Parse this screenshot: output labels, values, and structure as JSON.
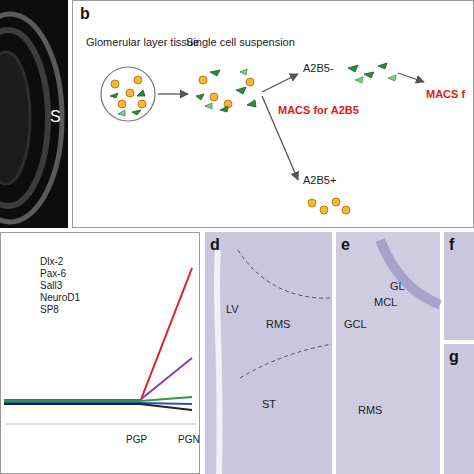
{
  "diagram": {
    "labels": [
      "S",
      "b",
      "Glomerular layer tissue",
      "Single cell suspension",
      "A2B5-",
      "MACS for A2B5",
      "MACS f",
      "A2B5+",
      "Dlx-2",
      "Pax-6",
      "Sall3",
      "NeuroD1",
      "SP8",
      "PGP",
      "PGN",
      "d",
      "LV",
      "RMS",
      "ST",
      "e",
      "GL",
      "MCL",
      "GCL",
      "RMS",
      "f",
      "g"
    ]
  }
}
